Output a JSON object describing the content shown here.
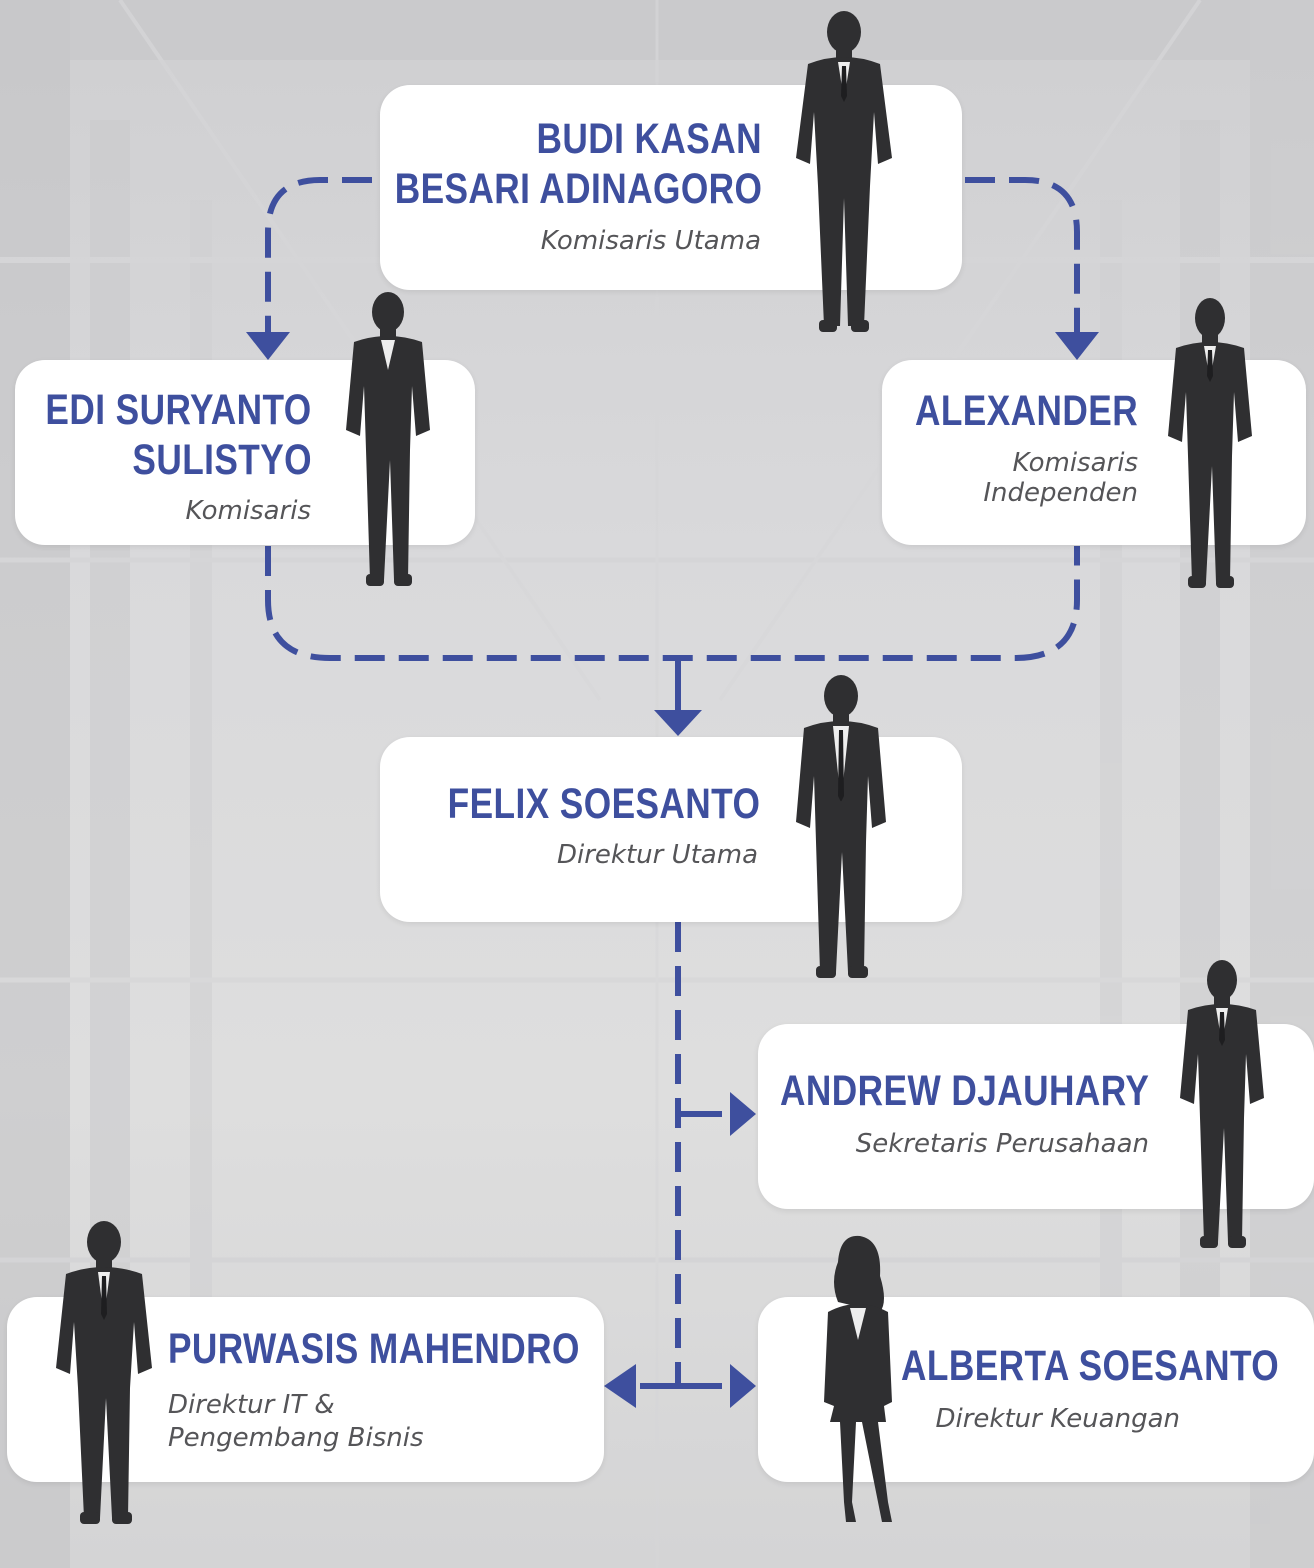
{
  "colors": {
    "accent": "#3e4f9e",
    "card": "#ffffff",
    "role_text": "#555558",
    "silhouette": "#2f2f31"
  },
  "people": {
    "komisaris_utama": {
      "name": "BUDI KASAN",
      "name2": "BESARI ADINAGORO",
      "role": "Komisaris Utama"
    },
    "komisaris": {
      "name": "EDI SURYANTO",
      "name2": "SULISTYO",
      "role": "Komisaris"
    },
    "komisaris_independen": {
      "name": "ALEXANDER",
      "role": "Komisaris",
      "role2": "Independen"
    },
    "direktur_utama": {
      "name": "FELIX SOESANTO",
      "role": "Direktur Utama"
    },
    "sekretaris": {
      "name": "ANDREW DJAUHARY",
      "role": "Sekretaris Perusahaan"
    },
    "direktur_it": {
      "name": "PURWASIS MAHENDRO",
      "role": "Direktur IT &",
      "role2": "Pengembang Bisnis"
    },
    "direktur_keuangan": {
      "name": "ALBERTA SOESANTO",
      "role": "Direktur Keuangan"
    }
  },
  "icons": [
    "businessman-silhouette-icon",
    "businesswoman-silhouette-icon",
    "arrow-down-icon",
    "arrow-right-icon",
    "arrow-left-icon"
  ]
}
